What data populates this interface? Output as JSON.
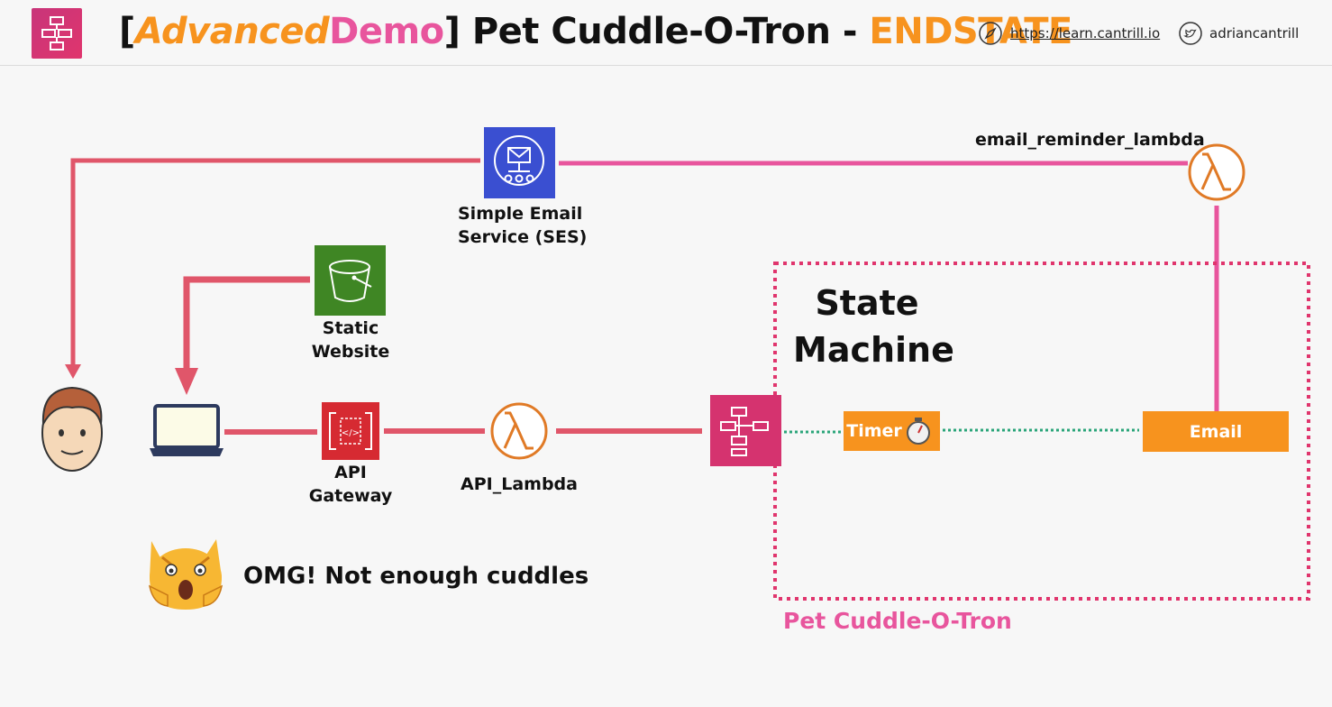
{
  "header": {
    "title_bracket_open": "[",
    "title_advanced": "Advanced",
    "title_demo": "Demo",
    "title_bracket_close": "]",
    "title_main": " Pet Cuddle-O-Tron - ",
    "title_endstate": "ENDSTATE",
    "website": "https://learn.cantrill.io",
    "twitter": "adriancantrill",
    "logo_icon": "step-functions-icon",
    "website_icon": "compass-icon",
    "twitter_icon": "twitter-icon"
  },
  "nodes": {
    "ses": "Simple Email\nService (SES)",
    "email_lambda": "email_reminder_lambda",
    "s3": "Static\nWebsite",
    "api_gateway": "API\nGateway",
    "api_lambda": "API_Lambda",
    "state_machine_title": "State\nMachine",
    "timer": "Timer",
    "email": "Email",
    "group_label": "Pet Cuddle-O-Tron",
    "omg_text": "OMG! Not enough cuddles"
  },
  "colors": {
    "red_line": "#e0566a",
    "pink_line": "#e8559d",
    "dotted_green": "#2ba57a",
    "orange": "#f7931e",
    "ses_blue": "#3a4fd1",
    "s3_green": "#3f8624",
    "apigw_red": "#d62a32",
    "stepfn_pink": "#d5336f"
  }
}
